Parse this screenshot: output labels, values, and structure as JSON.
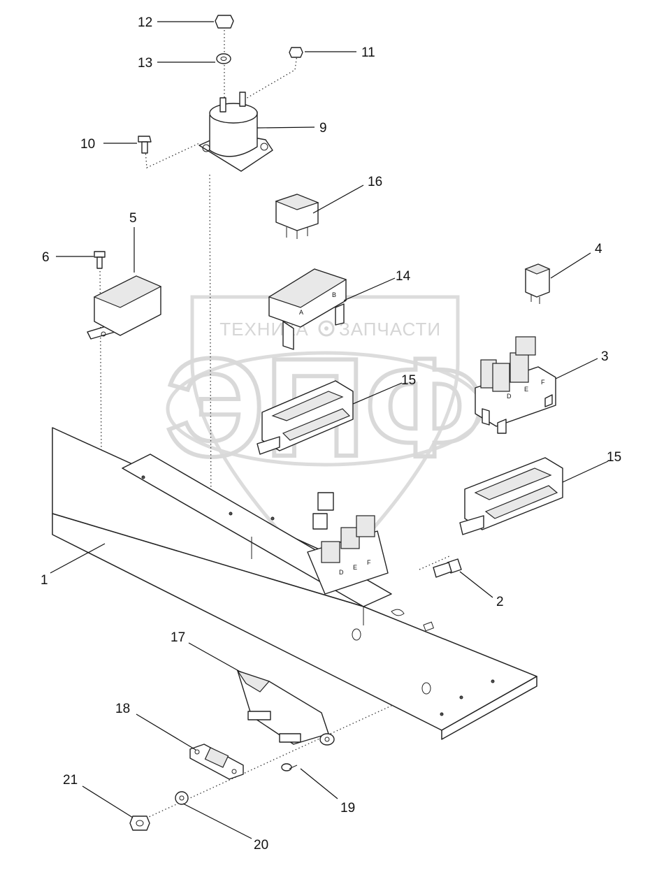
{
  "watermark": {
    "big_text": "ЭПФ",
    "left_text": "ТЕХНИКА",
    "right_text": "ЗАПЧАСТИ",
    "color": "#d6d6d6"
  },
  "callouts": [
    {
      "id": "1",
      "label": "1"
    },
    {
      "id": "2",
      "label": "2"
    },
    {
      "id": "3",
      "label": "3"
    },
    {
      "id": "4",
      "label": "4"
    },
    {
      "id": "5",
      "label": "5"
    },
    {
      "id": "6",
      "label": "6"
    },
    {
      "id": "9",
      "label": "9"
    },
    {
      "id": "10",
      "label": "10"
    },
    {
      "id": "11",
      "label": "11"
    },
    {
      "id": "12",
      "label": "12"
    },
    {
      "id": "13",
      "label": "13"
    },
    {
      "id": "14",
      "label": "14"
    },
    {
      "id": "15a",
      "label": "15"
    },
    {
      "id": "15b",
      "label": "15"
    },
    {
      "id": "16",
      "label": "16"
    },
    {
      "id": "17",
      "label": "17"
    },
    {
      "id": "18",
      "label": "18"
    },
    {
      "id": "19",
      "label": "19"
    },
    {
      "id": "20",
      "label": "20"
    },
    {
      "id": "21",
      "label": "21"
    }
  ],
  "relay_letters": {
    "block14": [
      "A",
      "B"
    ],
    "block3": [
      "D",
      "E",
      "F"
    ],
    "mounted": [
      "D",
      "E",
      "F"
    ]
  }
}
